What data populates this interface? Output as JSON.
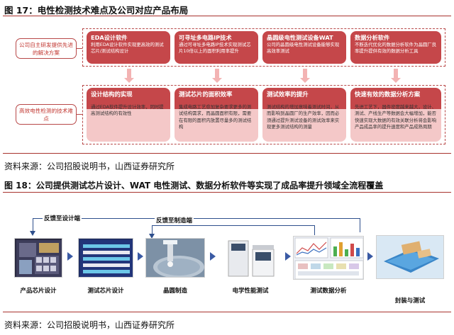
{
  "fig17": {
    "title": "图 17：电性检测技术难点及公司对应产品布局",
    "row_labels": [
      "公司自主研发提供先进的解决方案",
      "高效电性检测的技术难点"
    ],
    "solutions": [
      {
        "title": "EDA设计软件",
        "text": "利用EDA设计软件实现更高效的测试芯片/测试结构设计"
      },
      {
        "title": "可寻址多电路IP技术",
        "text": "通过可寻址多电路IP技术实现测试芯片10倍以上的面积利用率提升"
      },
      {
        "title": "晶圆级电性测试设备WAT",
        "text": "公司的晶圆级电性测试设备能够实现高效率测试"
      },
      {
        "title": "数据分析软件",
        "text": "不断迭代优化的数据分析软件为晶圆厂良率提升提供有效的数据分析工具"
      }
    ],
    "difficulties": [
      {
        "title": "设计结构的实现",
        "text": "通过EDA软件提升设计效率，同时提高测试结构的有效性"
      },
      {
        "title": "测试芯片的面积效率",
        "text": "集成电路工艺愈加复杂要求更多的测试结构需求，而晶圆面积有限，需要在有限的面积内放置尽量多的测试结构"
      },
      {
        "title": "测试效率的提升",
        "text": "测试结构的增加意味着测试时间，从而影响到晶圆厂的生产效率，因而必须通过提升测试设备的测试效率来实现更多测试结构的测量"
      },
      {
        "title": "快速有效的数据分析方案",
        "text": "先进工艺下，器件密度越来越大，设计、测试、产线生产等数据会大幅增加，能否快速实现大数据的有效关联分析将会影响产品成品率的提升速度和产品成熟周期"
      }
    ],
    "source": "资料来源：公司招股说明书，山西证券研究所"
  },
  "fig18": {
    "title": "图 18：公司提供测试芯片设计、WAT 电性测试、数据分析软件等实现了成品率提升领域全流程覆盖",
    "feedback_design": "反馈至设计端",
    "feedback_manufacturing": "反馈至制造端",
    "stages": [
      "产品芯片设计",
      "测试芯片设计",
      "晶圆制造",
      "电学性能测试",
      "测试数据分析",
      "封装与测试"
    ],
    "source": "资料来源：公司招股说明书，山西证券研究所"
  },
  "colors": {
    "accent": "#c5474a",
    "rule": "#a8322d",
    "flow": "#2e4f8c"
  }
}
